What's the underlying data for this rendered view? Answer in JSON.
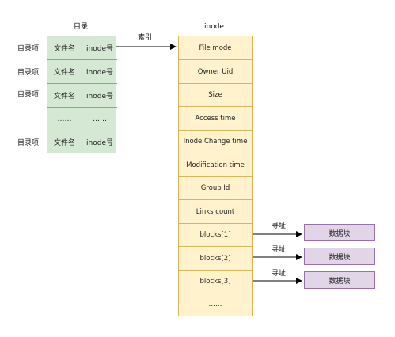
{
  "directory": {
    "title": "目录",
    "entry_label": "目录项",
    "rows": [
      {
        "name": "文件名",
        "inode": "inode号",
        "has_label": true
      },
      {
        "name": "文件名",
        "inode": "inode号",
        "has_label": true
      },
      {
        "name": "文件名",
        "inode": "inode号",
        "has_label": true
      },
      {
        "name": "……",
        "inode": "……",
        "has_label": false
      },
      {
        "name": "文件名",
        "inode": "inode号",
        "has_label": true
      }
    ]
  },
  "index_label": "索引",
  "inode": {
    "title": "inode",
    "fields": [
      "File mode",
      "Owner Uid",
      "Size",
      "Access time",
      "Inode Change time",
      "Modification time",
      "Group Id",
      "Links count",
      "blocks[1]",
      "blocks[2]",
      "blocks[3]",
      "……"
    ]
  },
  "addressing_label": "寻址",
  "data_block_label": "数据块",
  "colors": {
    "directory_fill": "#d5e8d4",
    "directory_border": "#82b366",
    "inode_fill": "#fff2cc",
    "inode_border": "#d6b656",
    "data_fill": "#e1d5e7",
    "data_border": "#9673a6"
  }
}
